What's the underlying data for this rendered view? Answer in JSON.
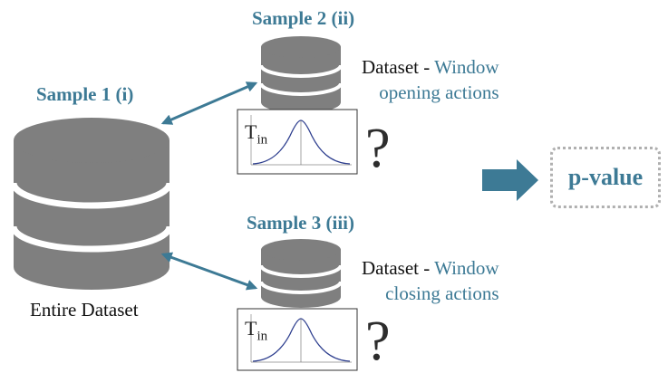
{
  "sample1_label": "Sample 1 (i)",
  "sample2_label": "Sample 2 (ii)",
  "sample3_label": "Sample 3 (iii)",
  "entire_dataset_label": "Entire Dataset",
  "sample2_desc": {
    "prefix": "Dataset - ",
    "accent": "Window",
    "line2": "opening actions"
  },
  "sample3_desc": {
    "prefix": "Dataset - ",
    "accent": "Window",
    "line2": "closing actions"
  },
  "stat_symbol": {
    "base": "T",
    "subscript": "in"
  },
  "question_mark": "?",
  "result_label": "p-value",
  "colors": {
    "accent": "#3d7a95",
    "database": "#7f7f7f",
    "arrow": "#3d7a95",
    "curve": "#2e3f8f"
  }
}
